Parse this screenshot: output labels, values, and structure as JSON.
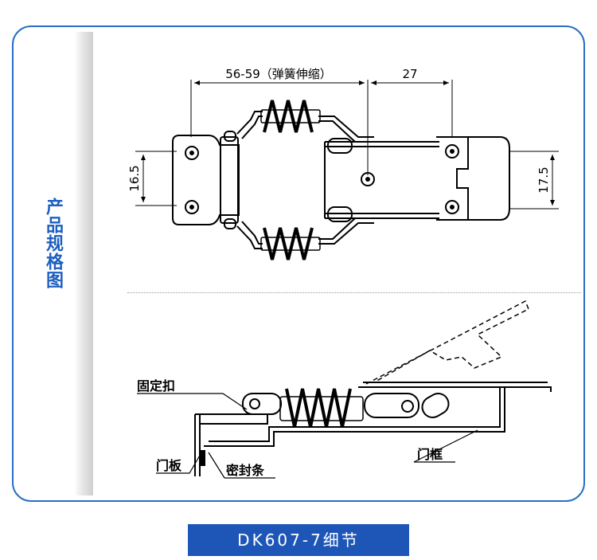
{
  "side_title": "产品规格图",
  "dimensions": {
    "spring_stretch": "56-59（弹簧伸缩）",
    "right_length": "27",
    "left_height": "16.5",
    "right_height": "17.5"
  },
  "labels": {
    "fixing_buckle": "固定扣",
    "door_panel": "门板",
    "seal_strip": "密封条",
    "door_frame": "门框"
  },
  "footer": "DK607-7细节"
}
